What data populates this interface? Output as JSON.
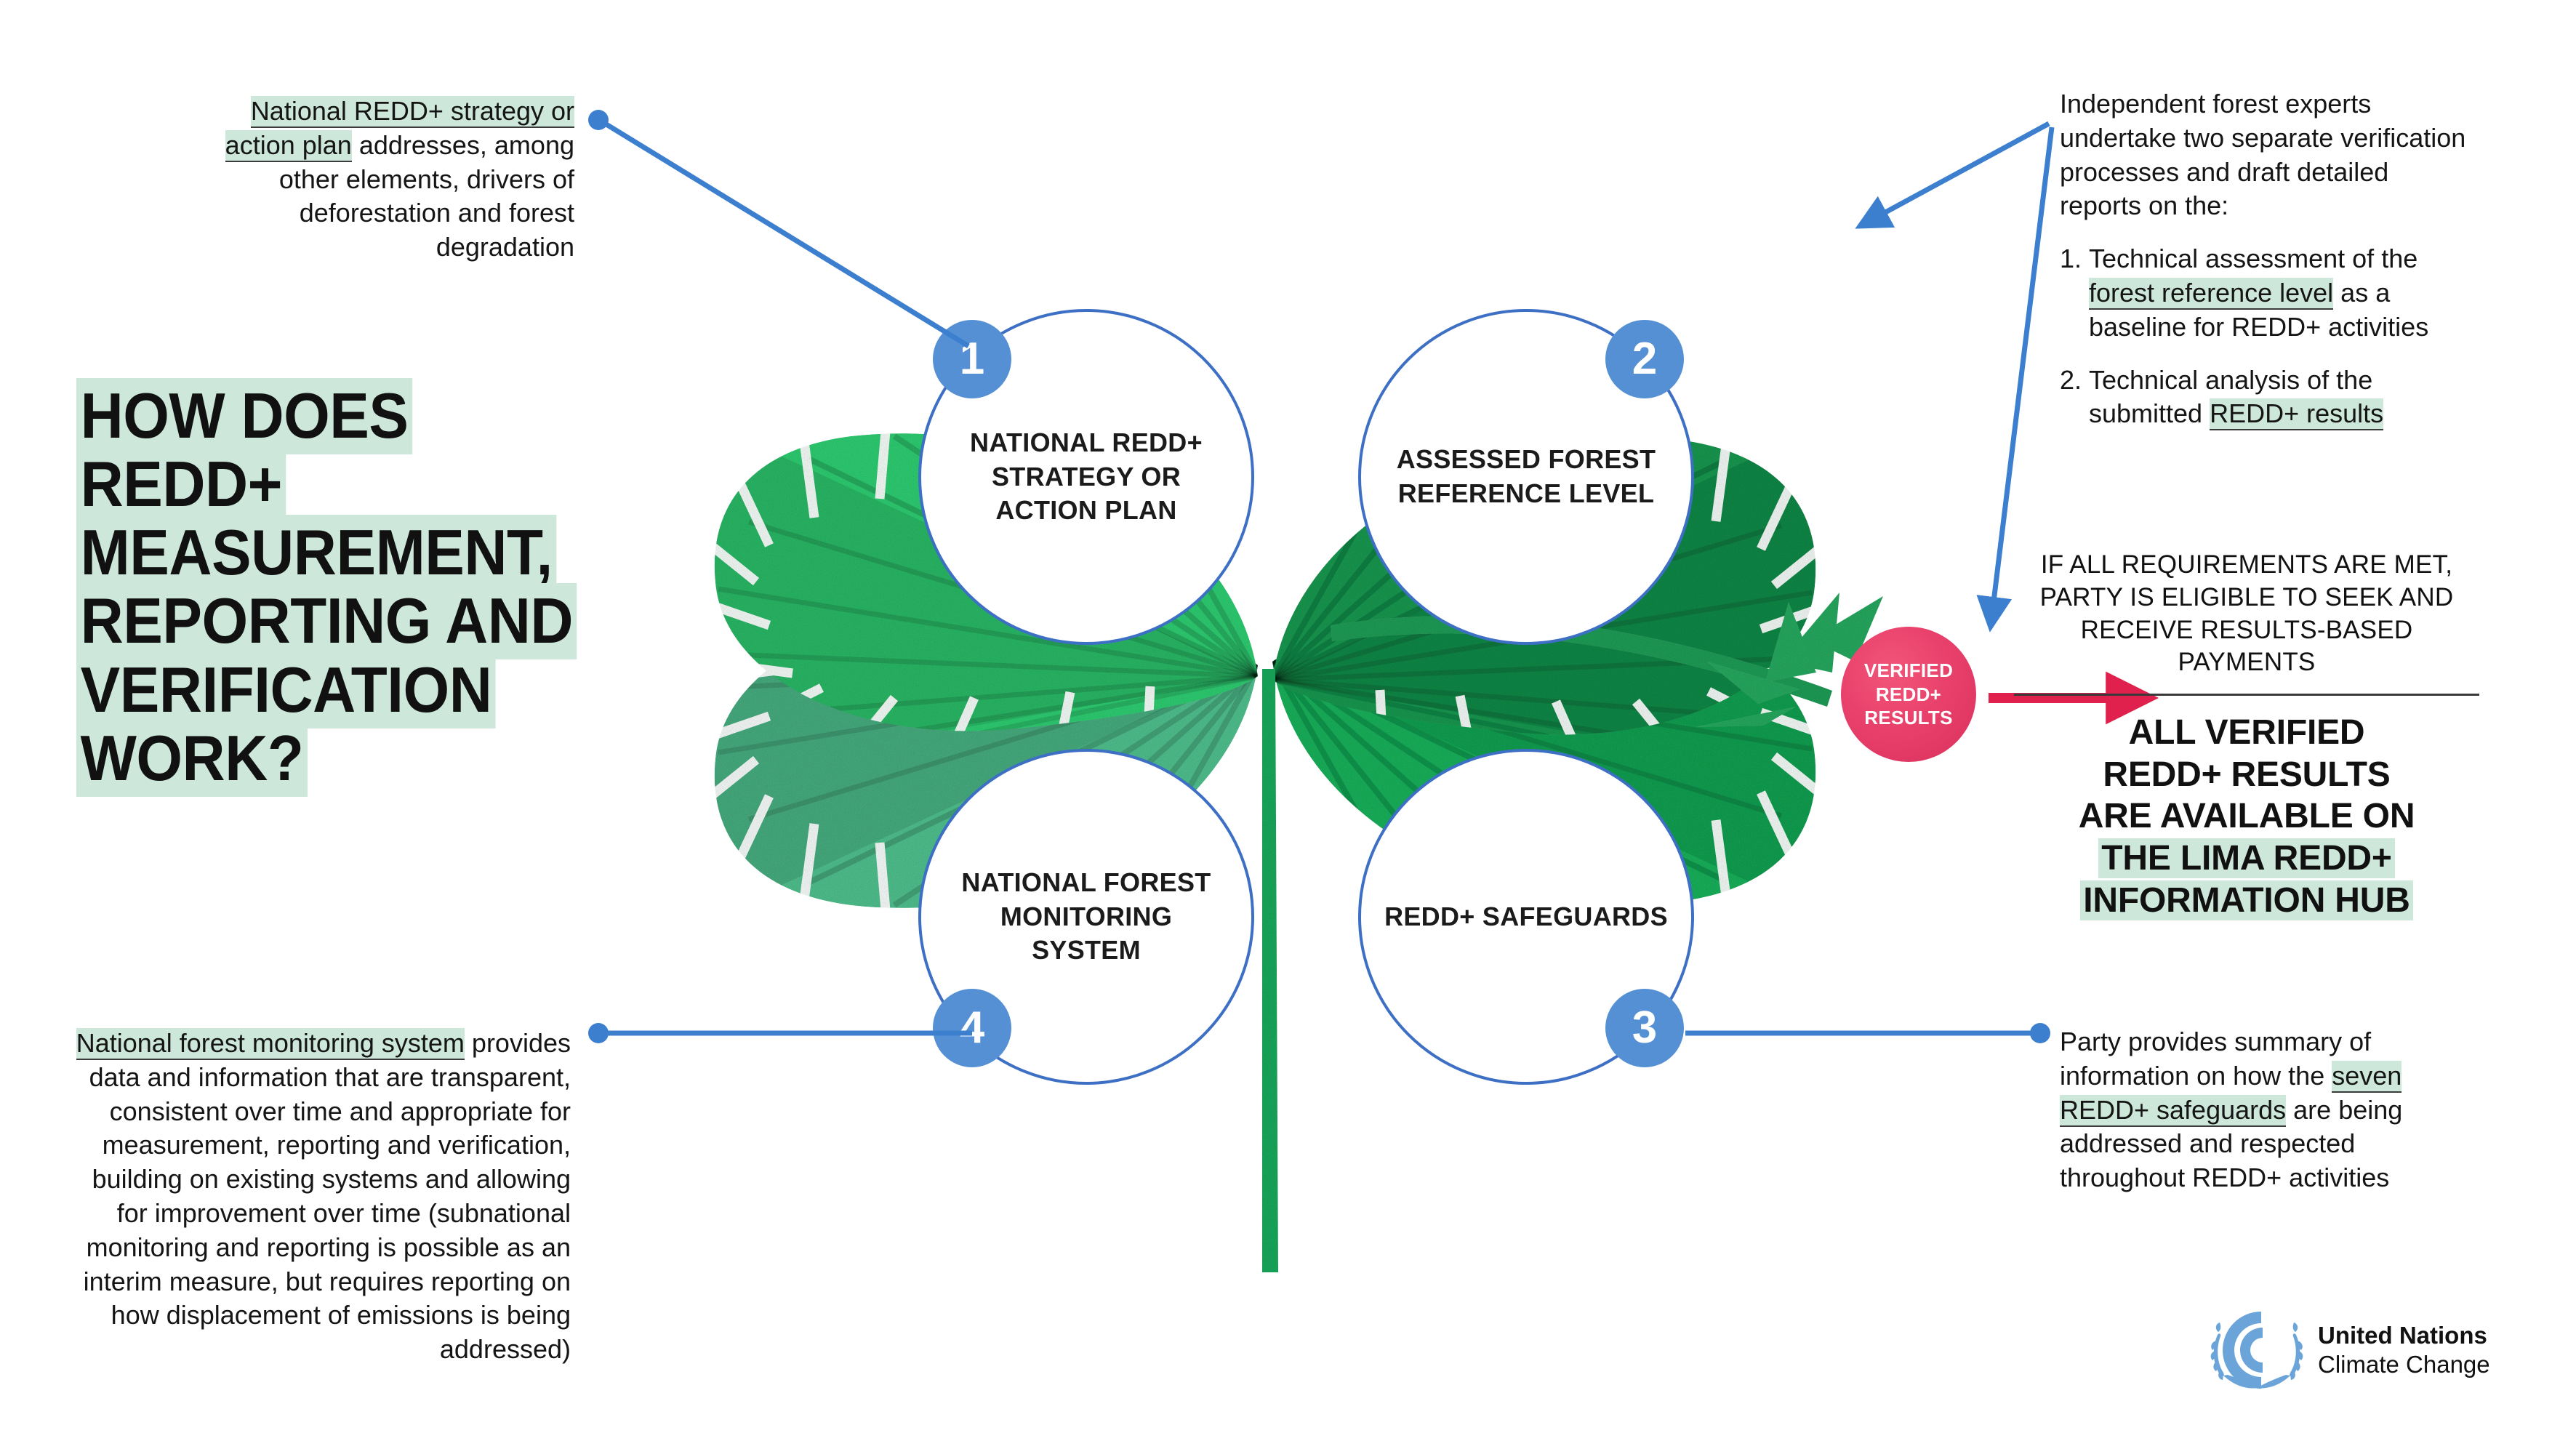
{
  "title": {
    "lines": [
      "HOW DOES",
      "REDD+",
      "MEASUREMENT,",
      "REPORTING AND",
      "VERIFICATION",
      "WORK?"
    ],
    "full": "HOW DOES REDD+ MEASUREMENT, REPORTING AND VERIFICATION WORK?"
  },
  "colors": {
    "highlight_green": "#cde8db",
    "connector_blue": "#3d7fcf",
    "badge_blue": "#5590d4",
    "node_border_blue": "#3d6fc4",
    "berry_red": "#e8416b",
    "arrow_red": "#e0214e",
    "leaf1_green": "#4fbf8d",
    "leaf2_green": "#16b05a",
    "leaf3_green": "#15974f",
    "leaf4_green": "#2ecc71",
    "logo_blue": "#6ba4d8"
  },
  "callouts": {
    "top_left": {
      "highlight": "National REDD+ strategy or action plan",
      "rest": " addresses, among other elements, drivers of deforestation and forest degradation"
    },
    "top_right": {
      "intro": "Independent forest experts undertake two separate verification processes and draft detailed reports on the:",
      "items": [
        {
          "num": "1.",
          "pre": "Technical assessment of the ",
          "highlight": "forest reference level",
          "post": " as a baseline for REDD+ activities"
        },
        {
          "num": "2.",
          "pre": "Technical analysis of the submitted ",
          "highlight": "REDD+ results",
          "post": ""
        }
      ]
    },
    "bottom_left": {
      "highlight": "National forest monitoring system",
      "rest": " provides data and information that are transparent, consistent over time and appropriate for measurement, reporting and verification, building on existing systems and allowing for improvement over time (subnational monitoring and reporting is possible as an interim measure, but requires reporting on how displacement of emissions is being addressed)"
    },
    "bottom_right": {
      "pre": "Party provides summary of information on how the ",
      "highlight": "seven REDD+ safeguards",
      "post": " are being addressed and respected throughout REDD+ activities"
    }
  },
  "result_block": {
    "upper": "IF ALL REQUIREMENTS ARE MET, PARTY IS ELIGIBLE TO SEEK AND RECEIVE RESULTS-BASED PAYMENTS",
    "lower_lines": [
      {
        "text": "ALL VERIFIED",
        "highlighted": false
      },
      {
        "text": "REDD+ RESULTS",
        "highlighted": false
      },
      {
        "text": "ARE AVAILABLE ON",
        "highlighted": false
      },
      {
        "text": "THE LIMA REDD+",
        "highlighted": true
      },
      {
        "text": "INFORMATION HUB",
        "highlighted": true
      }
    ]
  },
  "nodes": [
    {
      "number": "1",
      "label": "NATIONAL REDD+ STRATEGY OR ACTION PLAN",
      "leaf": "top-left"
    },
    {
      "number": "2",
      "label": "ASSESSED FOREST REFERENCE LEVEL",
      "leaf": "top-right"
    },
    {
      "number": "3",
      "label": "REDD+ SAFEGUARDS",
      "leaf": "bottom-right"
    },
    {
      "number": "4",
      "label": "NATIONAL FOREST MONITORING SYSTEM",
      "leaf": "bottom-left"
    }
  ],
  "berry": {
    "label": "VERIFIED REDD+ RESULTS"
  },
  "logo": {
    "line1": "United Nations",
    "line2": "Climate Change"
  }
}
